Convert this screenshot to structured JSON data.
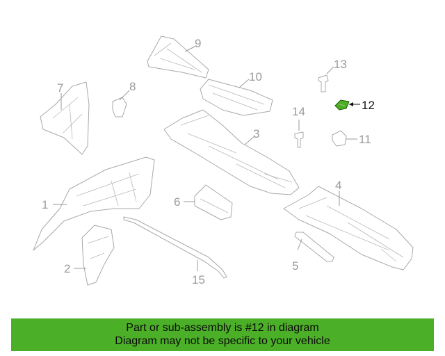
{
  "diagram": {
    "callouts": [
      {
        "id": "1",
        "label": "1"
      },
      {
        "id": "2",
        "label": "2"
      },
      {
        "id": "3",
        "label": "3"
      },
      {
        "id": "4",
        "label": "4"
      },
      {
        "id": "5",
        "label": "5"
      },
      {
        "id": "6",
        "label": "6"
      },
      {
        "id": "7",
        "label": "7"
      },
      {
        "id": "8",
        "label": "8"
      },
      {
        "id": "9",
        "label": "9"
      },
      {
        "id": "10",
        "label": "10"
      },
      {
        "id": "11",
        "label": "11"
      },
      {
        "id": "12",
        "label": "12"
      },
      {
        "id": "13",
        "label": "13"
      },
      {
        "id": "14",
        "label": "14"
      },
      {
        "id": "15",
        "label": "15"
      }
    ],
    "highlighted_part": "12",
    "highlight_color": "#4caf1f"
  },
  "banner": {
    "line1": "Part or sub-assembly is #12 in diagram",
    "line2": "Diagram may not be specific to your vehicle",
    "background": "#4caf28"
  }
}
